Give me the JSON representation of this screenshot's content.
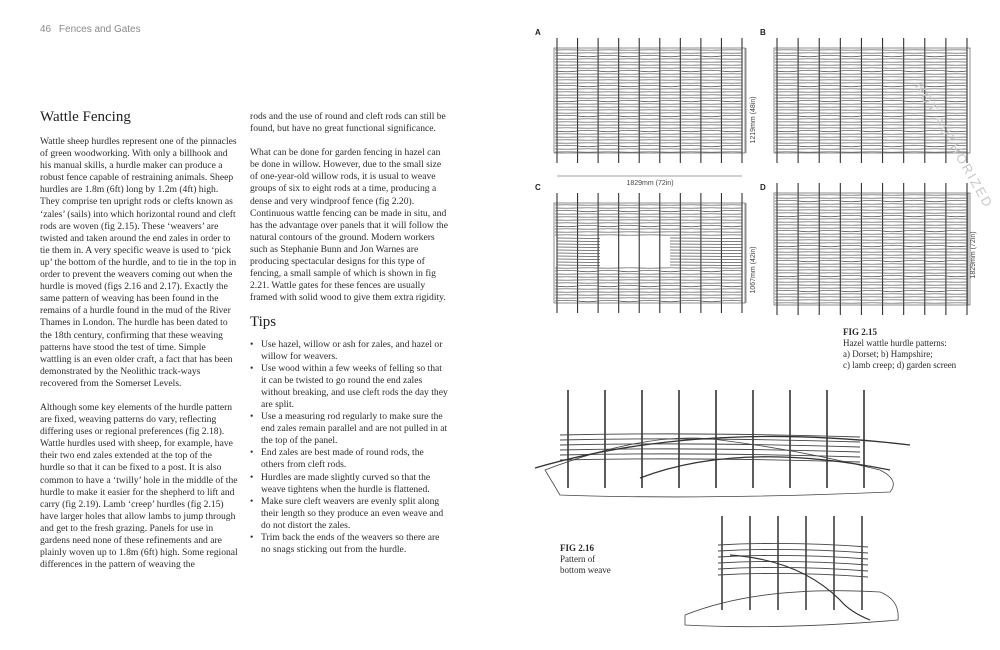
{
  "header": {
    "page_number": "46",
    "section": "Fences and Gates"
  },
  "heading": "Wattle Fencing",
  "col1_paragraphs": [
    "Wattle sheep hurdles represent one of the pinnacles of green woodworking. With only a billhook and his manual skills, a hurdle maker can produce a robust fence capable of restraining animals. Sheep hurdles are 1.8m (6ft) long by 1.2m (4ft) high. They comprise ten upright rods or clefts known as ‘zales’ (sails) into which horizontal round and cleft rods are woven (fig 2.15). These ‘weavers’ are twisted and taken around the end zales in order to tie them in. A very specific weave is used to ‘pick up’ the bottom of the hurdle, and to tie in the top in order to prevent the weavers coming out when the hurdle is moved (figs 2.16 and 2.17). Exactly the same pattern of weaving has been found in the remains of a hurdle found in the mud of the River Thames in London. The hurdle has been dated to the 18th century, confirming that these weaving patterns have stood the test of time. Simple wattling is an even older craft, a fact that has been demonstrated by the Neolithic track-ways recovered from the Somerset Levels.",
    "Although some key elements of the hurdle pattern are fixed, weaving patterns do vary, reflecting differing uses or regional preferences (fig 2.18). Wattle hurdles used with sheep, for example, have their two end zales extended at the top of the hurdle so that it can be fixed to a post. It is also common to have a ‘twilly’ hole in the middle of the hurdle to make it easier for the shepherd to lift and carry (fig 2.19). Lamb ‘creep’ hurdles (fig 2.15) have larger holes that allow lambs to jump through and get to the fresh grazing. Panels for use in gardens need none of these refinements and are plainly woven up to 1.8m (6ft) high. Some regional differences in the pattern of weaving the"
  ],
  "col2_paragraphs": [
    "rods and the use of round and cleft rods can still be found, but have no great functional significance.",
    "What can be done for garden fencing in hazel can be done in willow. However, due to the small size of one-year-old willow rods, it is usual to weave groups of six to eight rods at a time, producing a dense and very windproof fence (fig 2.20). Continuous wattle fencing can be made in situ, and has the advantage over panels that it will follow the natural contours of the ground. Modern workers such as Stephanie Bunn and Jon Warnes are producing spectacular designs for this type of fencing, a small sample of which is shown in fig 2.21. Wattle gates for these fences are usually framed with solid wood to give them extra rigidity."
  ],
  "tips_heading": "Tips",
  "tips": [
    "Use hazel, willow or ash for zales, and hazel or willow for weavers.",
    "Use wood within a few weeks of felling so that it can be twisted to go round the end zales without breaking, and use cleft rods the day they are split.",
    "Use a measuring rod regularly to make sure the end zales remain parallel and are not pulled in at the top of the panel.",
    "End zales are best made of round rods, the others from cleft rods.",
    "Hurdles are made slightly curved so that the weave tightens when the hurdle is flattened.",
    "Make sure cleft weavers are evenly split along their length so they produce an even weave and do not distort the zales.",
    "Trim back the ends of the weavers so there are no snags sticking out from the hurdle."
  ],
  "fig215": {
    "panels": [
      "A",
      "B",
      "C",
      "D"
    ],
    "dim_width": "1829mm (72in)",
    "dim_height_a": "1219mm (48in)",
    "dim_height_c": "1067mm (42in)",
    "dim_height_d": "1829mm (72in)",
    "caption_title": "FIG 2.15",
    "caption_lines": [
      "Hazel wattle hurdle patterns:",
      "a) Dorset; b) Hampshire;",
      "c) lamb creep; d) garden screen"
    ]
  },
  "fig216": {
    "caption_title": "FIG 2.16",
    "caption_lines": [
      "Pattern of",
      "bottom weave"
    ]
  },
  "watermark": "NOT AUTHORIZED"
}
